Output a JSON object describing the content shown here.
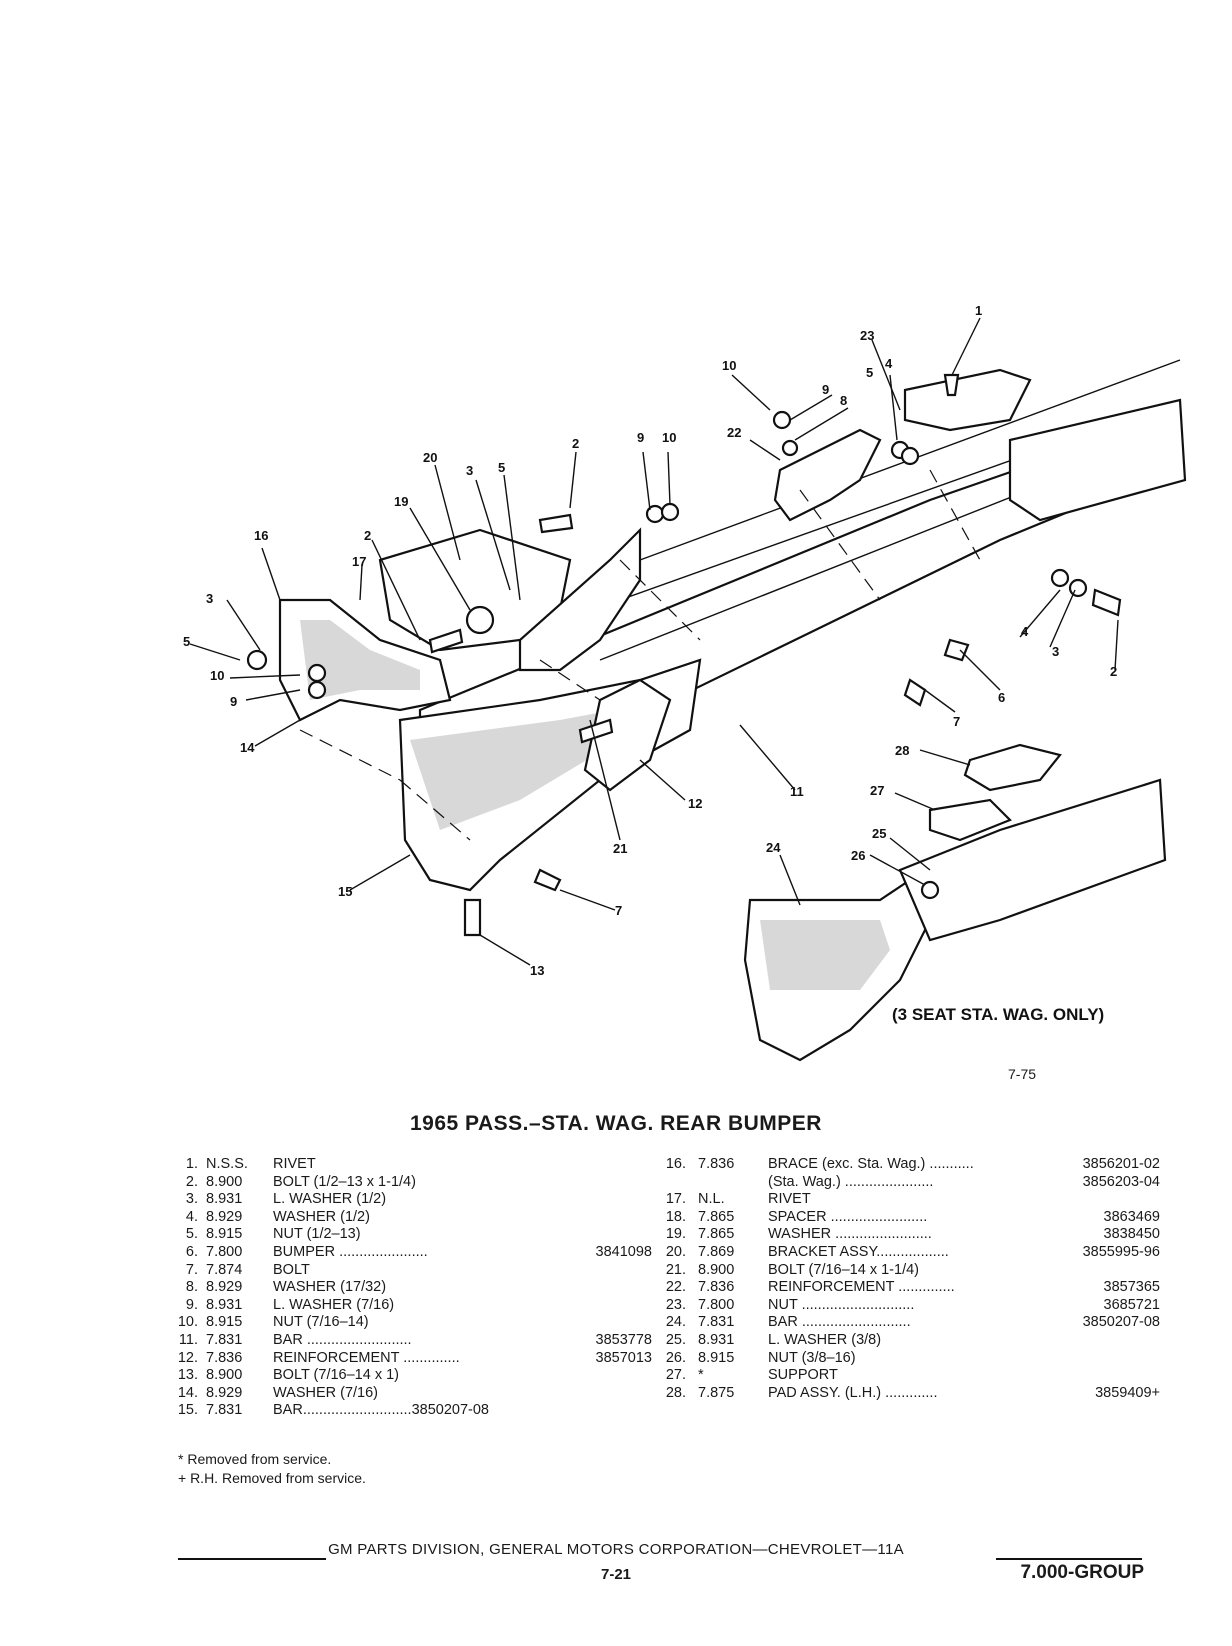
{
  "figure": {
    "callouts": [
      "1",
      "23",
      "5",
      "4",
      "10",
      "9",
      "8",
      "22",
      "2",
      "9",
      "10",
      "20",
      "3",
      "5",
      "19",
      "16",
      "2",
      "17",
      "3",
      "5",
      "10",
      "9",
      "14",
      "15",
      "13",
      "7",
      "21",
      "12",
      "11",
      "7",
      "6",
      "4",
      "3",
      "2",
      "28",
      "27",
      "25",
      "26",
      "24"
    ],
    "note": "(3 SEAT STA. WAG. ONLY)",
    "figure_number": "7-75"
  },
  "title": "1965 PASS.–STA. WAG. REAR BUMPER",
  "parts_left": [
    {
      "num": "1.",
      "group": "N.S.S.",
      "desc": "RIVET",
      "part": ""
    },
    {
      "num": "2.",
      "group": "8.900",
      "desc": "BOLT (1/2–13 x 1-1/4)",
      "part": ""
    },
    {
      "num": "3.",
      "group": "8.931",
      "desc": "L. WASHER (1/2)",
      "part": ""
    },
    {
      "num": "4.",
      "group": "8.929",
      "desc": "WASHER (1/2)",
      "part": ""
    },
    {
      "num": "5.",
      "group": "8.915",
      "desc": "NUT (1/2–13)",
      "part": ""
    },
    {
      "num": "6.",
      "group": "7.800",
      "desc": "BUMPER ......................",
      "part": "3841098"
    },
    {
      "num": "7.",
      "group": "7.874",
      "desc": "BOLT",
      "part": ""
    },
    {
      "num": "8.",
      "group": "8.929",
      "desc": "WASHER (17/32)",
      "part": ""
    },
    {
      "num": "9.",
      "group": "8.931",
      "desc": "L. WASHER (7/16)",
      "part": ""
    },
    {
      "num": "10.",
      "group": "8.915",
      "desc": "NUT (7/16–14)",
      "part": ""
    },
    {
      "num": "11.",
      "group": "7.831",
      "desc": "BAR ..........................",
      "part": "3853778"
    },
    {
      "num": "12.",
      "group": "7.836",
      "desc": "REINFORCEMENT ..............",
      "part": "3857013"
    },
    {
      "num": "13.",
      "group": "8.900",
      "desc": "BOLT (7/16–14 x 1)",
      "part": ""
    },
    {
      "num": "14.",
      "group": "8.929",
      "desc": "WASHER (7/16)",
      "part": ""
    },
    {
      "num": "15.",
      "group": "7.831",
      "desc": "BAR...........................3850207-08",
      "part": ""
    }
  ],
  "parts_right": [
    {
      "num": "16.",
      "group": "7.836",
      "desc": "BRACE (exc. Sta. Wag.) ...........",
      "part": "3856201-02"
    },
    {
      "num": "",
      "group": "",
      "desc": "(Sta. Wag.) ......................",
      "part": "3856203-04"
    },
    {
      "num": "17.",
      "group": "N.L.",
      "desc": "RIVET",
      "part": ""
    },
    {
      "num": "18.",
      "group": "7.865",
      "desc": "SPACER ........................",
      "part": "3863469"
    },
    {
      "num": "19.",
      "group": "7.865",
      "desc": "WASHER ........................",
      "part": "3838450"
    },
    {
      "num": "20.",
      "group": "7.869",
      "desc": "BRACKET ASSY..................",
      "part": "3855995-96"
    },
    {
      "num": "21.",
      "group": "8.900",
      "desc": "BOLT (7/16–14 x 1-1/4)",
      "part": ""
    },
    {
      "num": "22.",
      "group": "7.836",
      "desc": "REINFORCEMENT ..............",
      "part": "3857365"
    },
    {
      "num": "23.",
      "group": "7.800",
      "desc": "NUT ............................",
      "part": "3685721"
    },
    {
      "num": "24.",
      "group": "7.831",
      "desc": "BAR ...........................",
      "part": "3850207-08"
    },
    {
      "num": "25.",
      "group": "8.931",
      "desc": "L. WASHER (3/8)",
      "part": ""
    },
    {
      "num": "26.",
      "group": "8.915",
      "desc": "NUT (3/8–16)",
      "part": ""
    },
    {
      "num": "27.",
      "group": "*",
      "desc": "SUPPORT",
      "part": ""
    },
    {
      "num": "28.",
      "group": "7.875",
      "desc": "PAD ASSY. (L.H.)   .............",
      "part": "3859409+"
    }
  ],
  "footnotes": [
    "* Removed from service.",
    "+ R.H. Removed from service."
  ],
  "footer": {
    "division": "GM PARTS DIVISION, GENERAL MOTORS CORPORATION—CHEVROLET—11A",
    "page": "7-21",
    "group": "7.000-GROUP"
  }
}
